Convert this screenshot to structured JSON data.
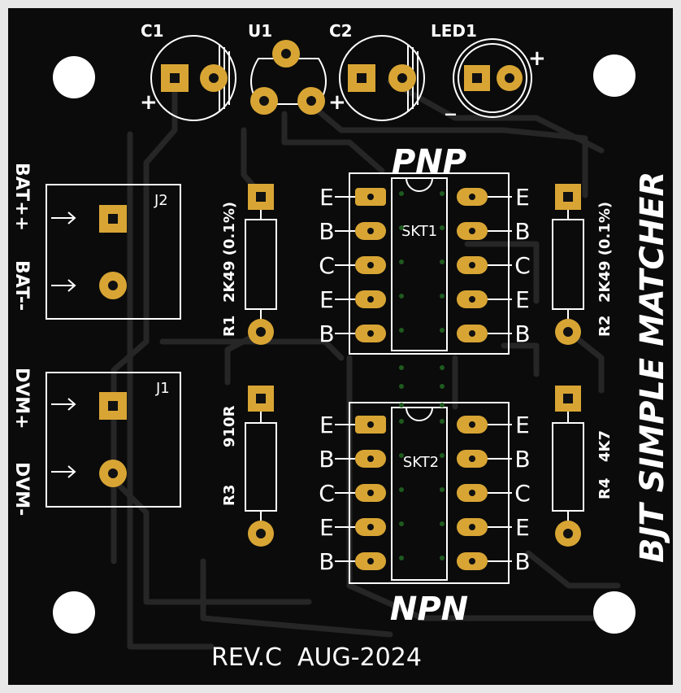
{
  "colors": {
    "board": "#0b0b0b",
    "copper_pad": "#d8a534",
    "silkscreen": "#ffffff",
    "background": "#e8e8e8",
    "trace": "#262626"
  },
  "title": "BJT SIMPLE MATCHER",
  "revision": "REV.C  AUG-2024",
  "top_components": {
    "c1": "C1",
    "u1": "U1",
    "c2": "C2",
    "led1": "LED1",
    "plus": "+",
    "minus": "_"
  },
  "connectors": {
    "j2": {
      "ref": "J2",
      "pin1": "BAT++",
      "pin2": "BAT--"
    },
    "j1": {
      "ref": "J1",
      "pin1": "DVM+",
      "pin2": "DVM-"
    }
  },
  "resistors": {
    "r1": {
      "ref": "R1",
      "value": "2K49 (0.1%)"
    },
    "r2": {
      "ref": "R2",
      "value": "2K49 (0.1%)"
    },
    "r3": {
      "ref": "R3",
      "value": "910R"
    },
    "r4": {
      "ref": "R4",
      "value": "4K7"
    }
  },
  "sockets": {
    "skt1": {
      "ref": "SKT1",
      "type": "PNP",
      "pins": [
        "E",
        "B",
        "C",
        "E",
        "B"
      ]
    },
    "skt2": {
      "ref": "SKT2",
      "type": "NPN",
      "pins": [
        "E",
        "B",
        "C",
        "E",
        "B"
      ]
    }
  }
}
